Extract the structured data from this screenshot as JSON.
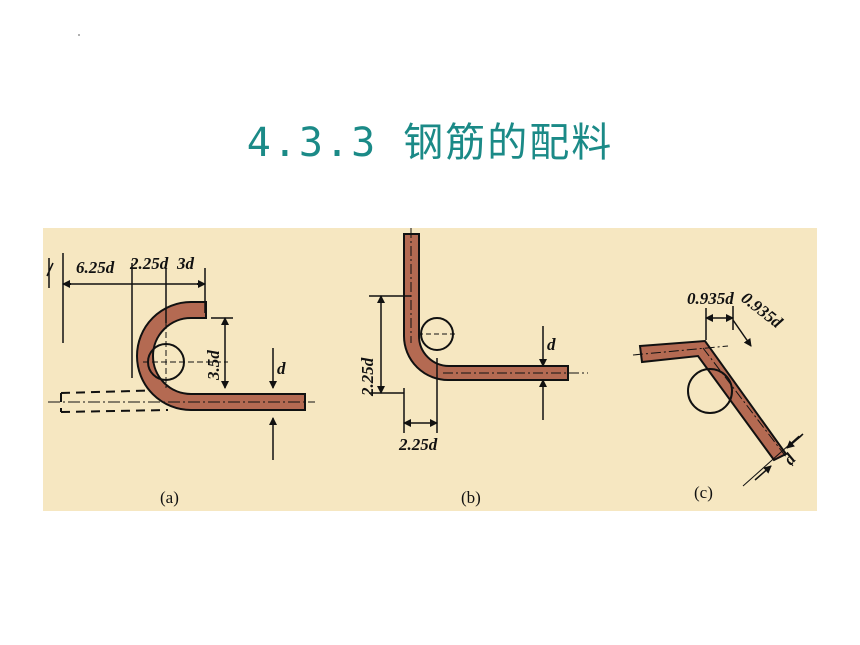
{
  "slide": {
    "title": "4.3.3 钢筋的配料"
  },
  "figure": {
    "colors": {
      "background": "#f6e7c1",
      "bar_fill": "#b46a52",
      "line": "#111111"
    },
    "panel_a": {
      "caption": "(a)",
      "dims": {
        "d1": "6.25d",
        "d2": "2.25d",
        "d3": "3d",
        "d4": "3.5d",
        "d5": "d"
      }
    },
    "panel_b": {
      "caption": "(b)",
      "dims": {
        "d1": "2.25d",
        "d2": "2.25d",
        "d3": "d"
      }
    },
    "panel_c": {
      "caption": "(c)",
      "dims": {
        "d1": "0.935d",
        "d2": "0.935d",
        "d3": "d"
      }
    }
  }
}
